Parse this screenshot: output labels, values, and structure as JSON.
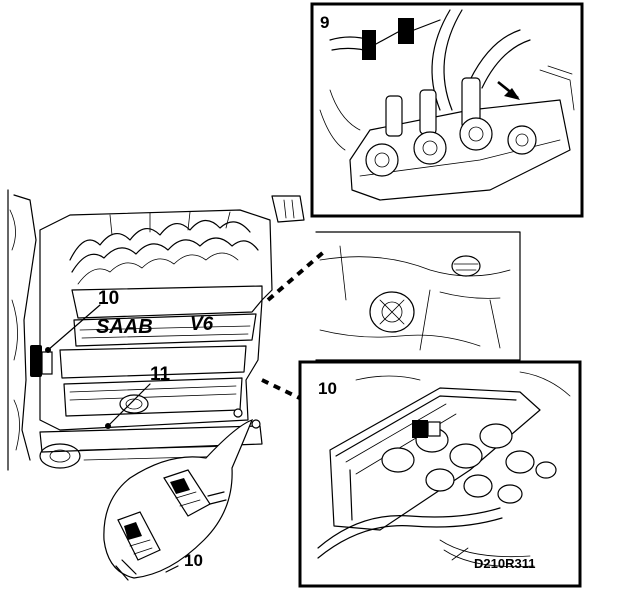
{
  "figure": {
    "reference_code": "D210R311",
    "brand_lettering": "SAAB",
    "engine_lettering": "V6"
  },
  "callouts": {
    "inset_top_number": "9",
    "main_left_number": "10",
    "main_center_number": "11",
    "inset_bottom_number": "10",
    "connector_detail_number": "10"
  },
  "colors": {
    "line": "#000000",
    "background": "#ffffff"
  }
}
